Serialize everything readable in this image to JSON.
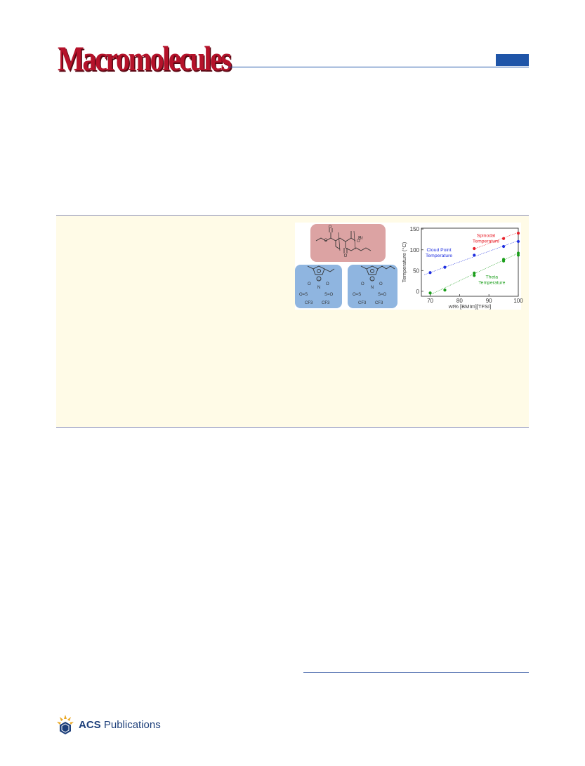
{
  "header": {
    "journal_title": "Macromolecules"
  },
  "toc_graphic": {
    "monomer_end_group": "Br",
    "ionic_liquids": [
      {
        "anion_center": "N",
        "sulfonyl_left": "O=S",
        "sulfonyl_right": "S=O",
        "oxygen": "O",
        "cf3": "CF3"
      },
      {
        "anion_center": "N",
        "sulfonyl_left": "O=S",
        "sulfonyl_right": "S=O",
        "oxygen": "O",
        "cf3": "CF3"
      }
    ],
    "plus_sign": "+"
  },
  "chart_data": {
    "type": "scatter",
    "xlabel": "wt% [BMIm][TFSI]",
    "ylabel": "Temperature (°C)",
    "xlim": [
      67,
      100
    ],
    "ylim": [
      -12,
      152
    ],
    "xticks": [
      70,
      80,
      90,
      100
    ],
    "yticks": [
      0,
      50,
      100,
      150
    ],
    "grid": false,
    "series": [
      {
        "name": "Spinodal Temperature",
        "label_lines": [
          "Spinodal",
          "Temperature"
        ],
        "color": "#e8202a",
        "points": [
          [
            85,
            103
          ],
          [
            95,
            127
          ],
          [
            100,
            140
          ]
        ],
        "fit": [
          [
            85,
            102
          ],
          [
            100,
            142
          ]
        ]
      },
      {
        "name": "Cloud Point Temperature",
        "label_lines": [
          "Cloud Point",
          "Temperature"
        ],
        "color": "#1f2fe0",
        "points": [
          [
            70,
            45
          ],
          [
            75,
            58
          ],
          [
            85,
            87
          ],
          [
            95,
            108
          ],
          [
            100,
            120
          ]
        ],
        "fit": [
          [
            68,
            40
          ],
          [
            100,
            122
          ]
        ]
      },
      {
        "name": "Theta Temperature",
        "label_lines": [
          "Theta",
          "Temperature"
        ],
        "color": "#1a9e1a",
        "points": [
          [
            70,
            -4
          ],
          [
            75,
            3
          ],
          [
            85,
            38
          ],
          [
            85,
            44
          ],
          [
            95,
            73
          ],
          [
            95,
            77
          ],
          [
            100,
            87
          ],
          [
            100,
            92
          ]
        ],
        "fit": [
          [
            70,
            -8
          ],
          [
            100,
            92
          ]
        ]
      }
    ]
  },
  "footer": {
    "publisher_short": "ACS",
    "publisher_rest": "Publications"
  }
}
